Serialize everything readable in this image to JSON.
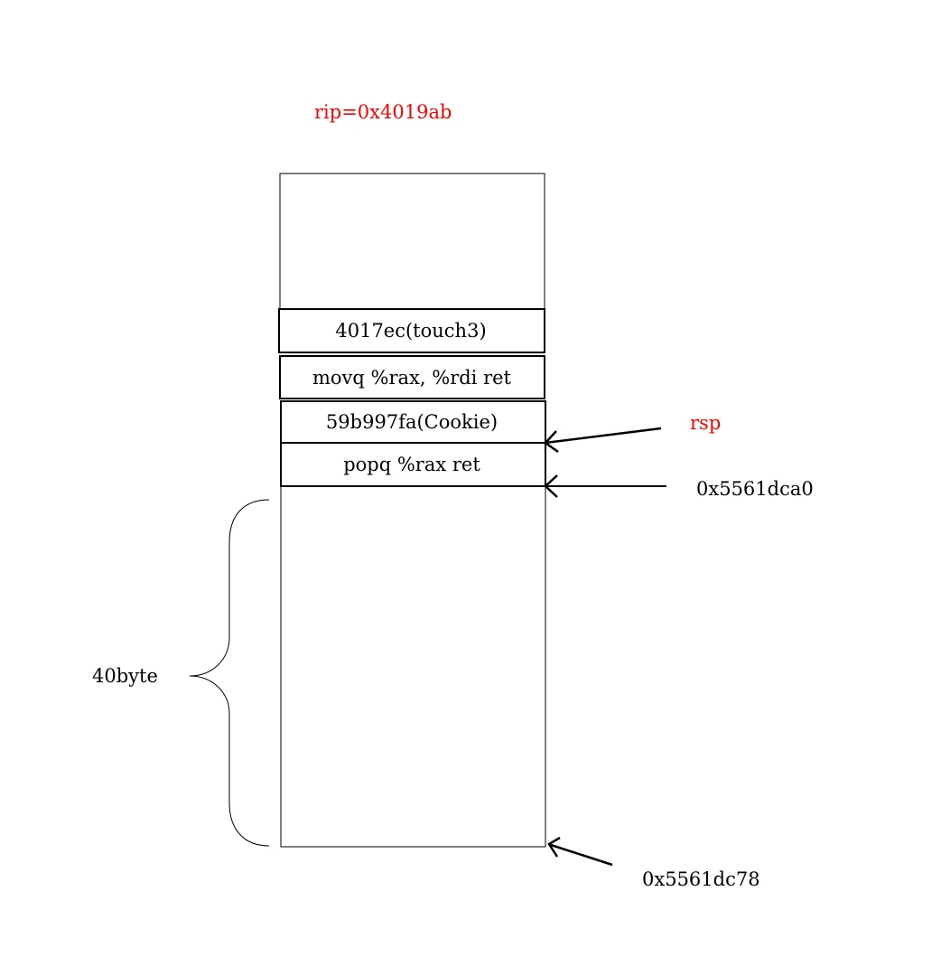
{
  "diagram": {
    "rip_label": "rip=0x4019ab",
    "stack_cells": [
      {
        "text": "4017ec(touch3)"
      },
      {
        "text": "movq %rax, %rdi ret"
      },
      {
        "text": "59b997fa(Cookie)"
      },
      {
        "text": "popq %rax ret"
      }
    ],
    "rsp_label": "rsp",
    "addr_top": "0x5561dca0",
    "addr_bottom": "0x5561dc78",
    "buffer_label": "40byte",
    "colors": {
      "highlight": "#ff0000",
      "line": "#000000"
    }
  }
}
